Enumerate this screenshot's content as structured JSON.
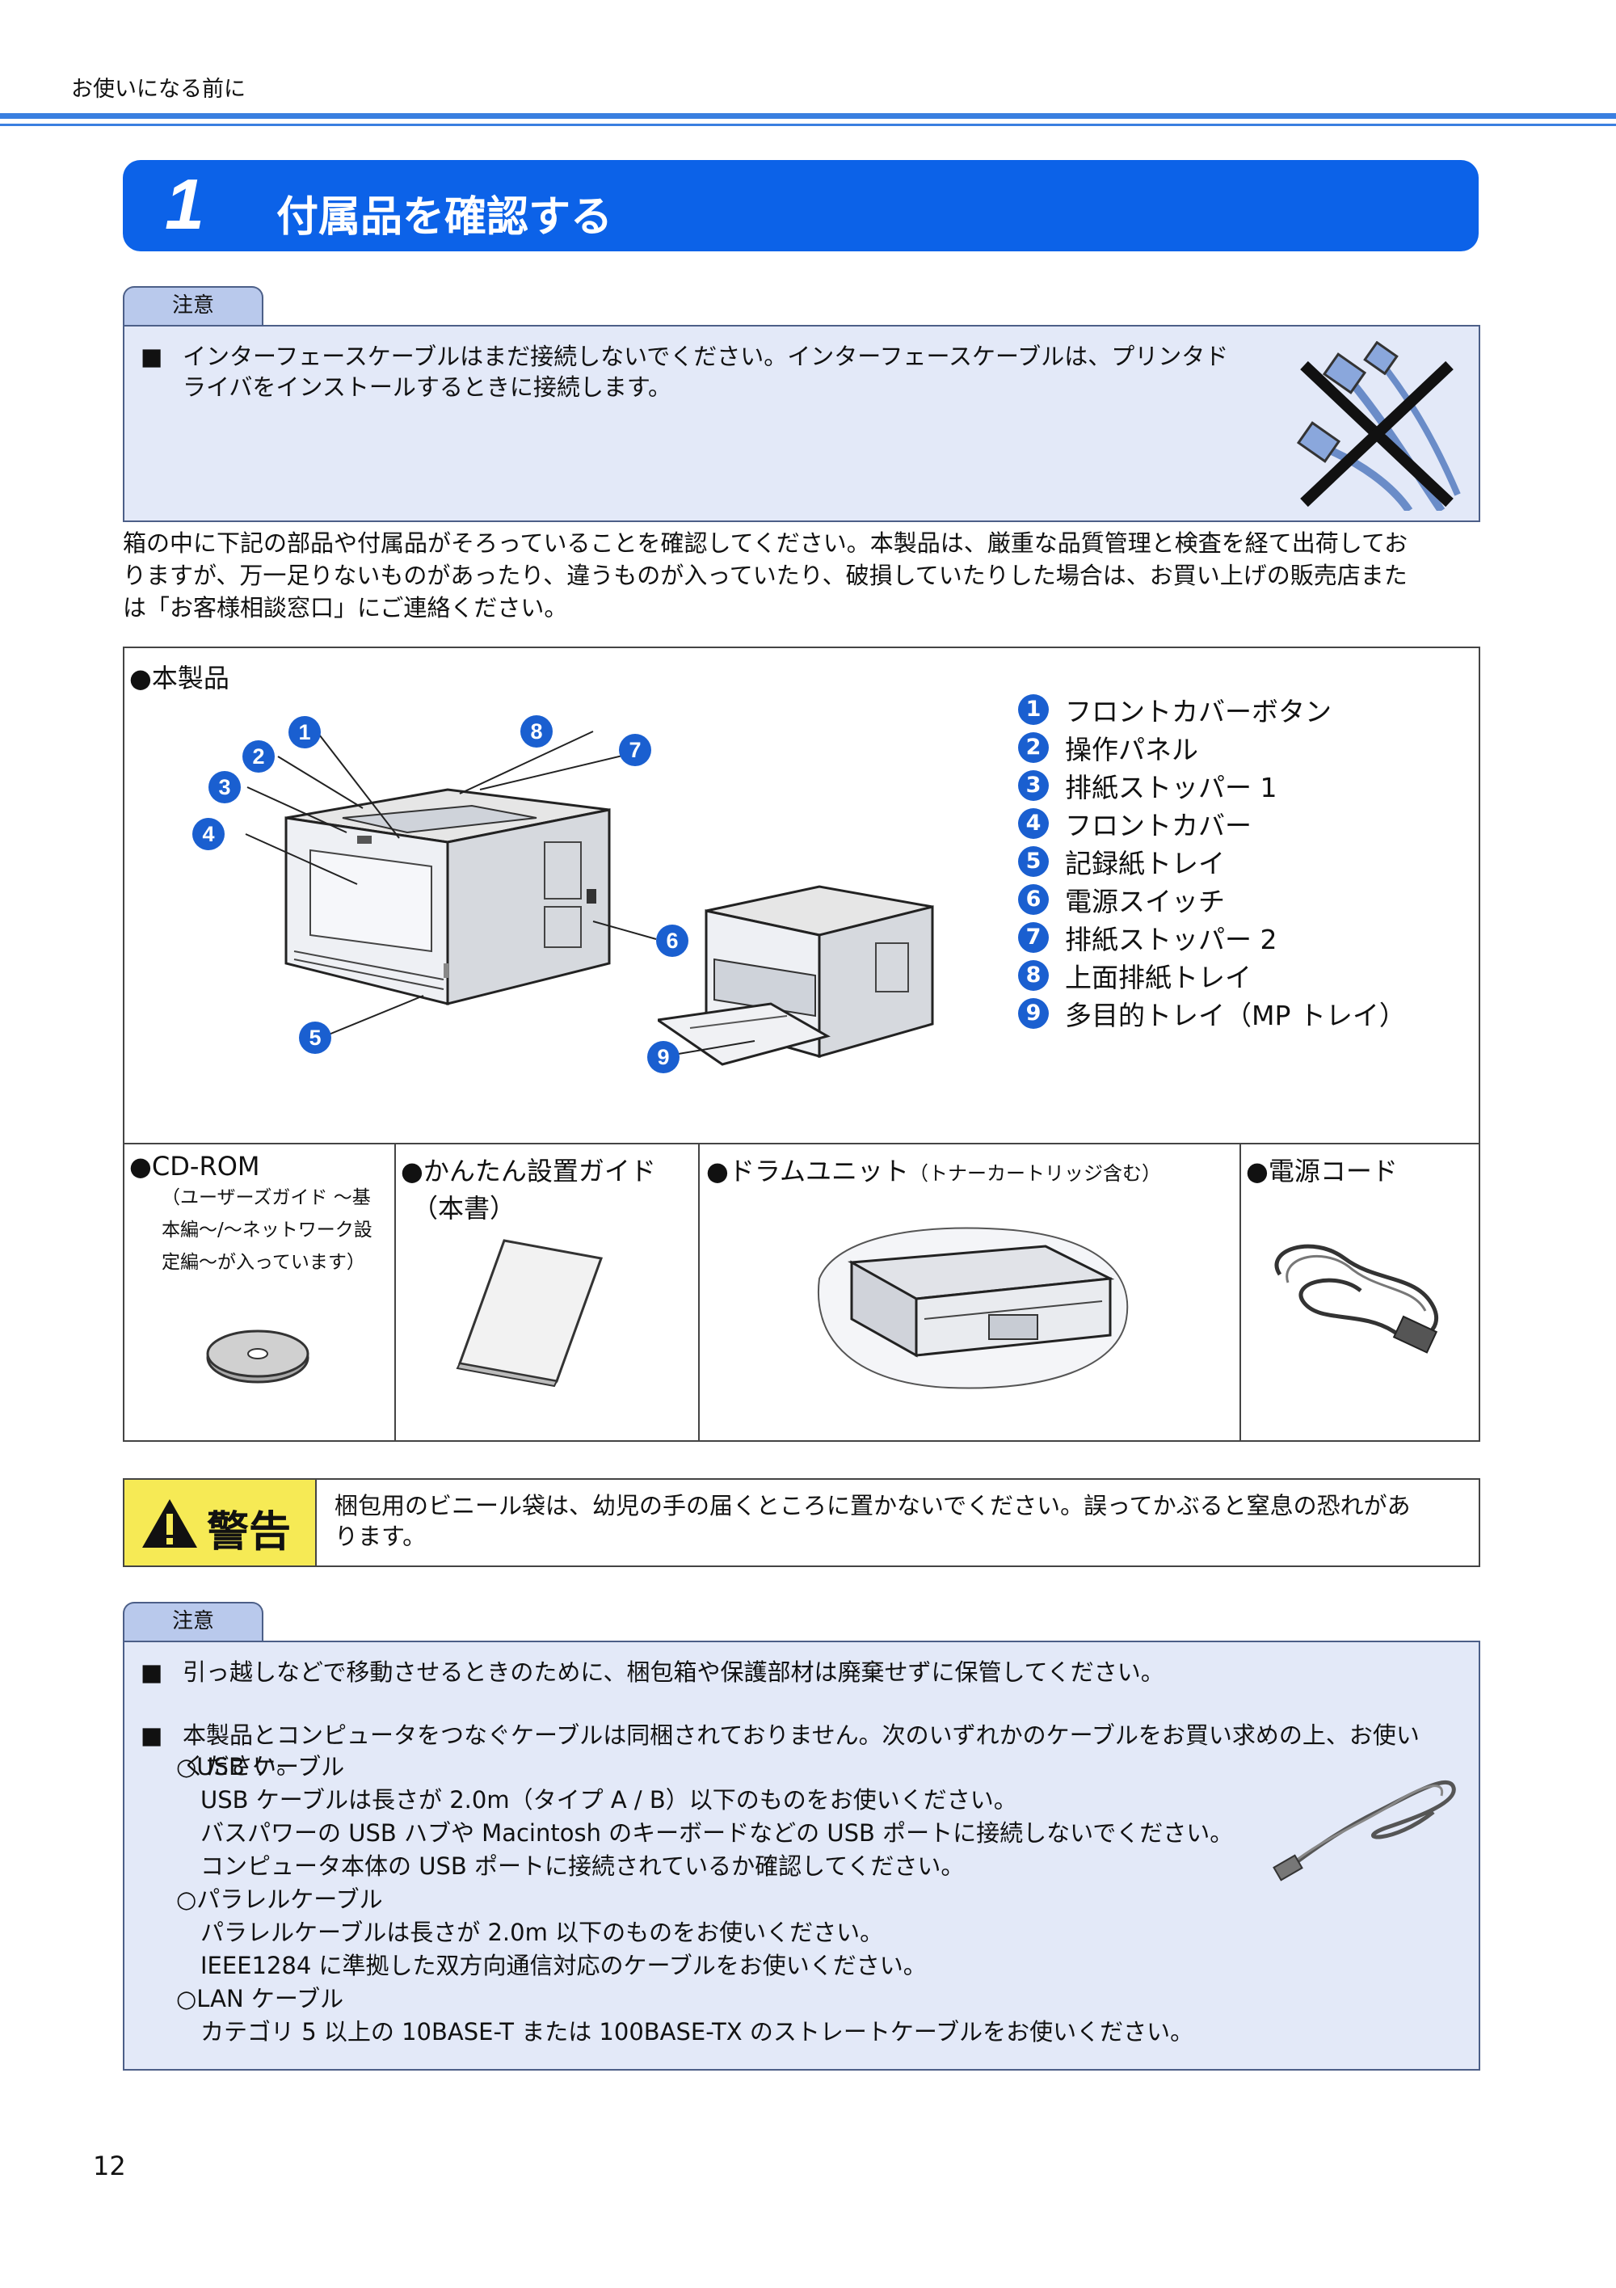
{
  "running_header": "お使いになる前に",
  "chapter": {
    "number": "1",
    "title": "付属品を確認する"
  },
  "caution_top": {
    "label": "注意",
    "bullet": "■",
    "line1": "インターフェースケーブルはまだ接続しないでください。インターフェースケーブルは、プリンタド",
    "line2": "ライバをインストールするときに接続します。"
  },
  "intro": {
    "line1": "箱の中に下記の部品や付属品がそろっていることを確認してください。本製品は、厳重な品質管理と検査を経て出荷してお",
    "line2": "りますが、万一足りないものがあったり、違うものが入っていたり、破損していたりした場合は、お買い上げの販売店また",
    "line3": "は「お客様相談窓口」にご連絡ください。"
  },
  "product": {
    "heading": "●本製品",
    "parts": [
      {
        "num": "1",
        "label": "フロントカバーボタン"
      },
      {
        "num": "2",
        "label": "操作パネル"
      },
      {
        "num": "3",
        "label": "排紙ストッパー 1"
      },
      {
        "num": "4",
        "label": "フロントカバー"
      },
      {
        "num": "5",
        "label": "記録紙トレイ"
      },
      {
        "num": "6",
        "label": "電源スイッチ"
      },
      {
        "num": "7",
        "label": "排紙ストッパー 2"
      },
      {
        "num": "8",
        "label": "上面排紙トレイ"
      },
      {
        "num": "9",
        "label": "多目的トレイ（MP トレイ）"
      }
    ]
  },
  "accessories": {
    "cdrom": {
      "title": "●CD-ROM",
      "sub1": "（ユーザーズガイド 〜基",
      "sub2": "本編〜/〜ネットワーク設",
      "sub3": "定編〜が入っています）"
    },
    "guide": {
      "title": "●かんたん設置ガイド",
      "sub": "（本書）"
    },
    "drum": {
      "title": "●ドラムユニット",
      "sub": "（トナーカートリッジ含む）"
    },
    "power": {
      "title": "●電源コード"
    }
  },
  "warning": {
    "label": "警告",
    "line1": "梱包用のビニール袋は、幼児の手の届くところに置かないでください。誤ってかぶると窒息の恐れがあ",
    "line2": "ります。"
  },
  "caution_bottom": {
    "label": "注意",
    "bullet": "■",
    "item1": "引っ越しなどで移動させるときのために、梱包箱や保護部材は廃棄せずに保管してください。",
    "item2_line1": "本製品とコンピュータをつなぐケーブルは同梱されておりません。次のいずれかのケーブルをお買い求めの上、お使い",
    "item2_line2": "ください。",
    "cables": [
      {
        "name": "○USB ケーブル",
        "lines": [
          "USB ケーブルは長さが 2.0m（タイプ A / B）以下のものをお使いください。",
          "バスパワーの USB ハブや Macintosh のキーボードなどの USB ポートに接続しないでください。",
          "コンピュータ本体の USB ポートに接続されているか確認してください。"
        ]
      },
      {
        "name": "○パラレルケーブル",
        "lines": [
          "パラレルケーブルは長さが 2.0m 以下のものをお使いください。",
          "IEEE1284 に準拠した双方向通信対応のケーブルをお使いください。"
        ]
      },
      {
        "name": "○LAN ケーブル",
        "lines": [
          "カテゴリ 5 以上の 10BASE-T または 100BASE-TX のストレートケーブルをお使いください。"
        ]
      }
    ]
  },
  "page_number": "12",
  "colors": {
    "accent_blue": "#0c62e8",
    "caution_bg": "#e3e9f8",
    "warning_yellow": "#f6ea55"
  }
}
